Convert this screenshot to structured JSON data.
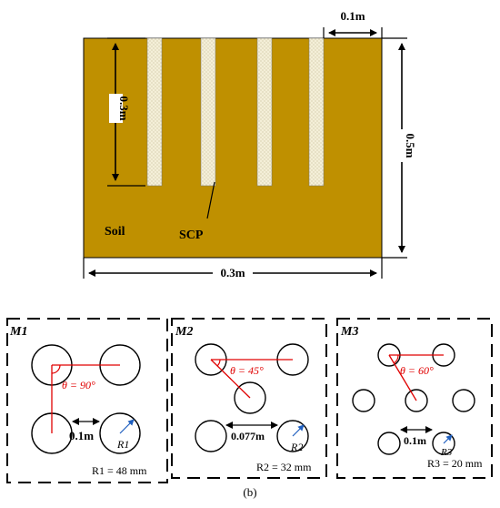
{
  "top_figure": {
    "soil_color": "#BF9000",
    "pile_color": "#F4EFD8",
    "labels": {
      "soil": "Soil",
      "scp": "SCP",
      "pile_spacing": "0.1m",
      "pile_length": "0.3m",
      "soil_height": "0.5m",
      "soil_width": "0.3m"
    }
  },
  "panels": [
    {
      "title": "M1",
      "angle_text": "θ = 90°",
      "spacing_text": "0.1m",
      "radius_label": "R1",
      "radius_caption": "R1 = 48 mm"
    },
    {
      "title": "M2",
      "angle_text": "θ = 45°",
      "spacing_text": "0.077m",
      "radius_label": "R2",
      "radius_caption": "R2 = 32 mm"
    },
    {
      "title": "M3",
      "angle_text": "θ = 60°",
      "spacing_text": "0.1m",
      "radius_label": "R3",
      "radius_caption": "R3 = 20 mm"
    }
  ],
  "caption": "(b)"
}
